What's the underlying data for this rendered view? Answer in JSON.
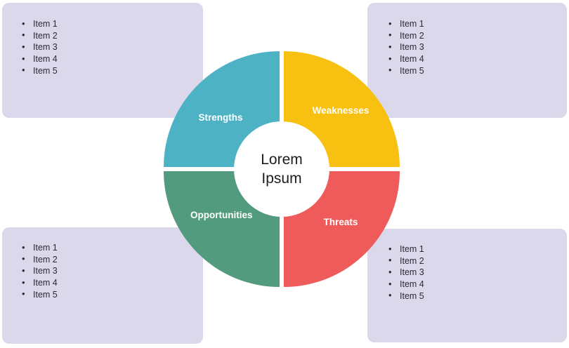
{
  "diagram": {
    "type": "swot-donut",
    "center_label": "Lorem Ipsum",
    "center_line1": "Lorem",
    "center_line2": "Ipsum",
    "colors": {
      "strengths": "#4cb2c4",
      "weaknesses": "#f8c111",
      "opportunities": "#539b7e",
      "threats": "#ef5a5a",
      "panel": "#dcd8ec",
      "background": "#ffffff",
      "label_text": "#ffffff",
      "body_text": "#2b2b33"
    },
    "segments": [
      {
        "key": "strengths",
        "label": "Strengths",
        "position": "top-left"
      },
      {
        "key": "weaknesses",
        "label": "Weaknesses",
        "position": "top-right"
      },
      {
        "key": "opportunities",
        "label": "Opportunities",
        "position": "bottom-left"
      },
      {
        "key": "threats",
        "label": "Threats",
        "position": "bottom-right"
      }
    ]
  },
  "panels": {
    "top_left": {
      "items": [
        "Item 1",
        "Item 2",
        "Item 3",
        "Item 4",
        "Item 5"
      ]
    },
    "top_right": {
      "items": [
        "Item 1",
        "Item 2",
        "Item 3",
        "Item 4",
        "Item 5"
      ]
    },
    "bottom_left": {
      "items": [
        "Item 1",
        "Item 2",
        "Item 3",
        "Item 4",
        "Item 5"
      ]
    },
    "bottom_right": {
      "items": [
        "Item 1",
        "Item 2",
        "Item 3",
        "Item 4",
        "Item 5"
      ]
    }
  }
}
